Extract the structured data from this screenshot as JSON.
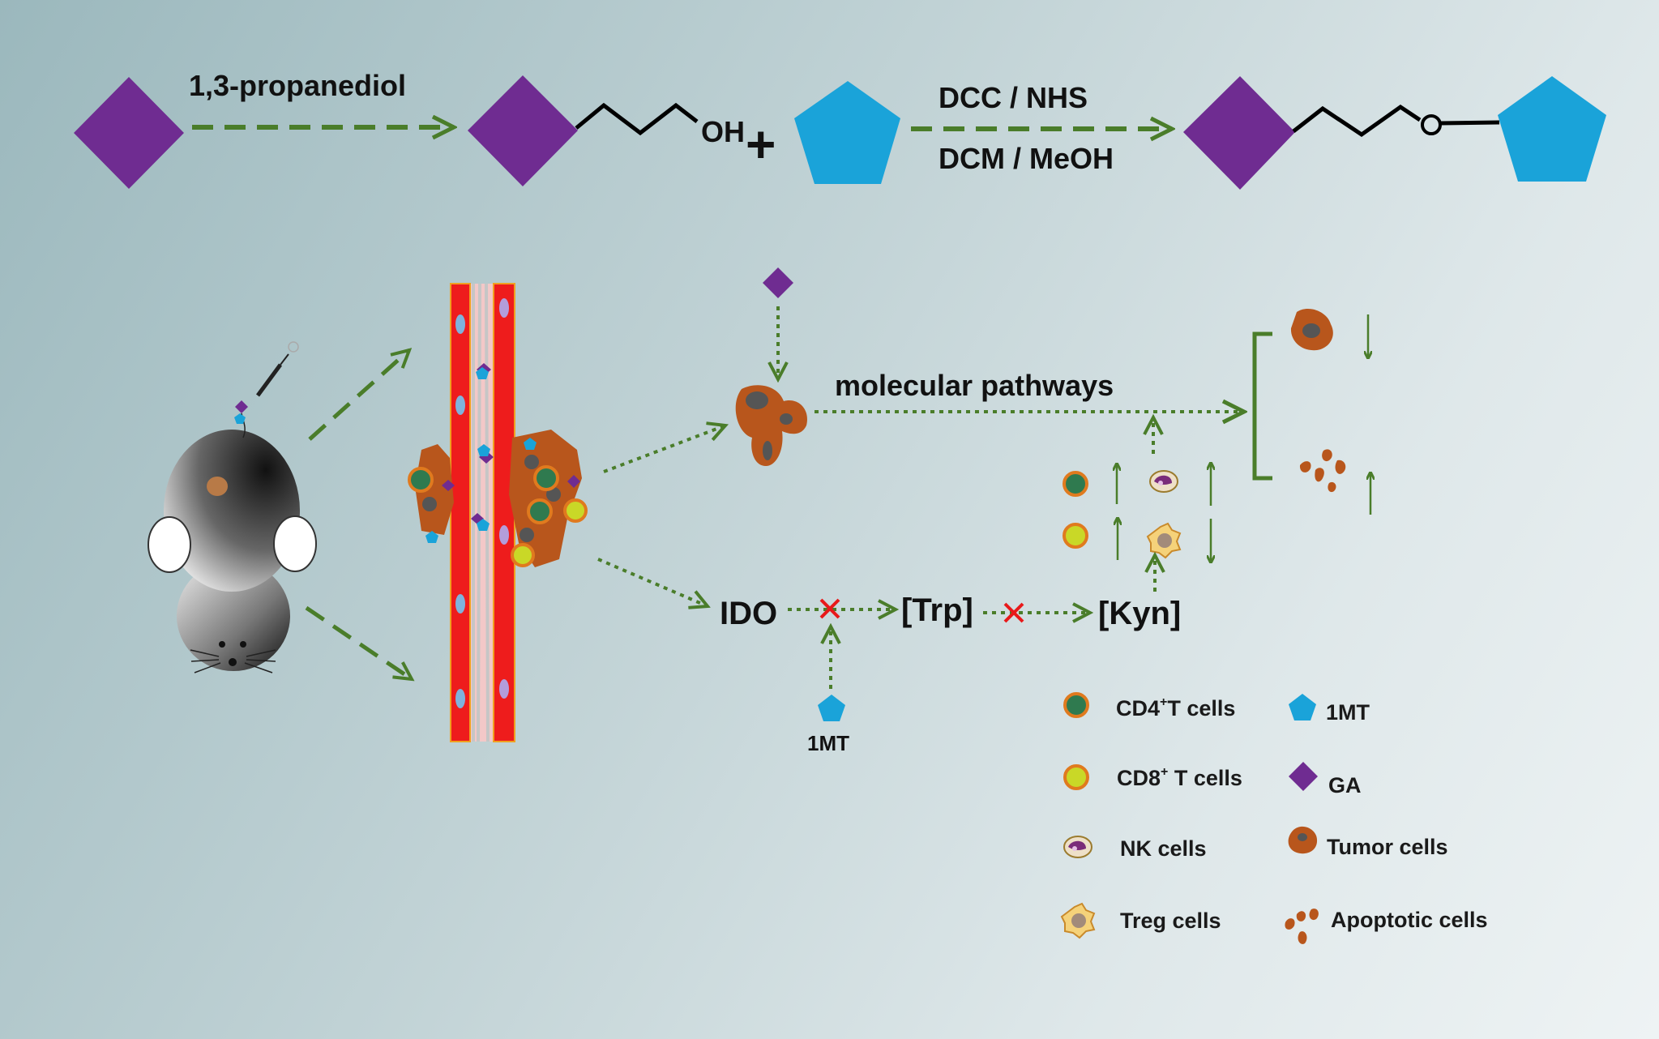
{
  "reaction": {
    "reagent_1": "1,3-propanediol",
    "hydroxyl_label": "OH",
    "plus_sign": "+",
    "reagent_2_top": "DCC / NHS",
    "reagent_2_bottom": "DCM / MeOH",
    "ether_o": "O"
  },
  "pathway": {
    "molecular_pathways": "molecular pathways",
    "ido": "IDO",
    "trp": "[Trp]",
    "kyn": "[Kyn]",
    "inhibitor_label": "1MT"
  },
  "legend": {
    "cd4_prefix": "CD4",
    "cd4_sup": "+",
    "cd4_suffix": "T cells",
    "cd8_prefix": "CD8",
    "cd8_sup": "+",
    "cd8_suffix": " T cells",
    "nk": "NK cells",
    "treg": "Treg cells",
    "one_mt": "1MT",
    "ga": "GA",
    "tumor": "Tumor cells",
    "apoptotic": "Apoptotic cells"
  },
  "colors": {
    "ga_purple": "#6f2c91",
    "onemt_blue": "#1aa3d9",
    "arrow_green": "#4a7d2a",
    "tumor_orange": "#b8561c",
    "vessel_red": "#ee1c1c",
    "x_red": "#e8191a"
  }
}
